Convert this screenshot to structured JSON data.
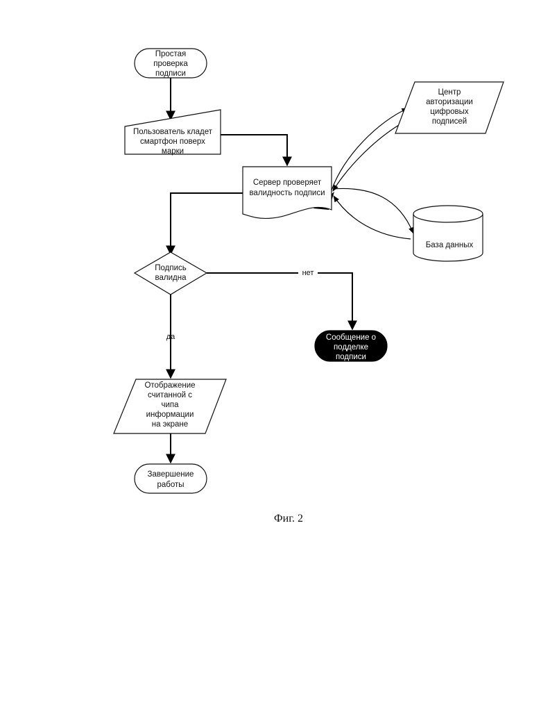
{
  "diagram": {
    "nodes": {
      "start": {
        "lines": [
          "Простая",
          "проверка",
          "подписи"
        ]
      },
      "user_action": {
        "lines": [
          "Пользователь кладет",
          "смартфон поверх",
          "марки"
        ]
      },
      "server_check": {
        "lines": [
          "Сервер проверяет",
          "валидность подписи"
        ]
      },
      "auth_center": {
        "lines": [
          "Центр",
          "авторизации",
          "цифровых",
          "подписей"
        ]
      },
      "database": {
        "lines": [
          "База данных"
        ]
      },
      "decision": {
        "lines": [
          "Подпись",
          "валидна"
        ]
      },
      "forgery_message": {
        "lines": [
          "Сообщение о",
          "подделке",
          "подписи"
        ]
      },
      "display_info": {
        "lines": [
          "Отображение",
          "считанной с",
          "чипа",
          "информации",
          "на экране"
        ]
      },
      "end": {
        "lines": [
          "Завершение",
          "работы"
        ]
      }
    },
    "edge_labels": {
      "no": "нет",
      "yes": "да"
    }
  },
  "caption": "Фиг. 2"
}
